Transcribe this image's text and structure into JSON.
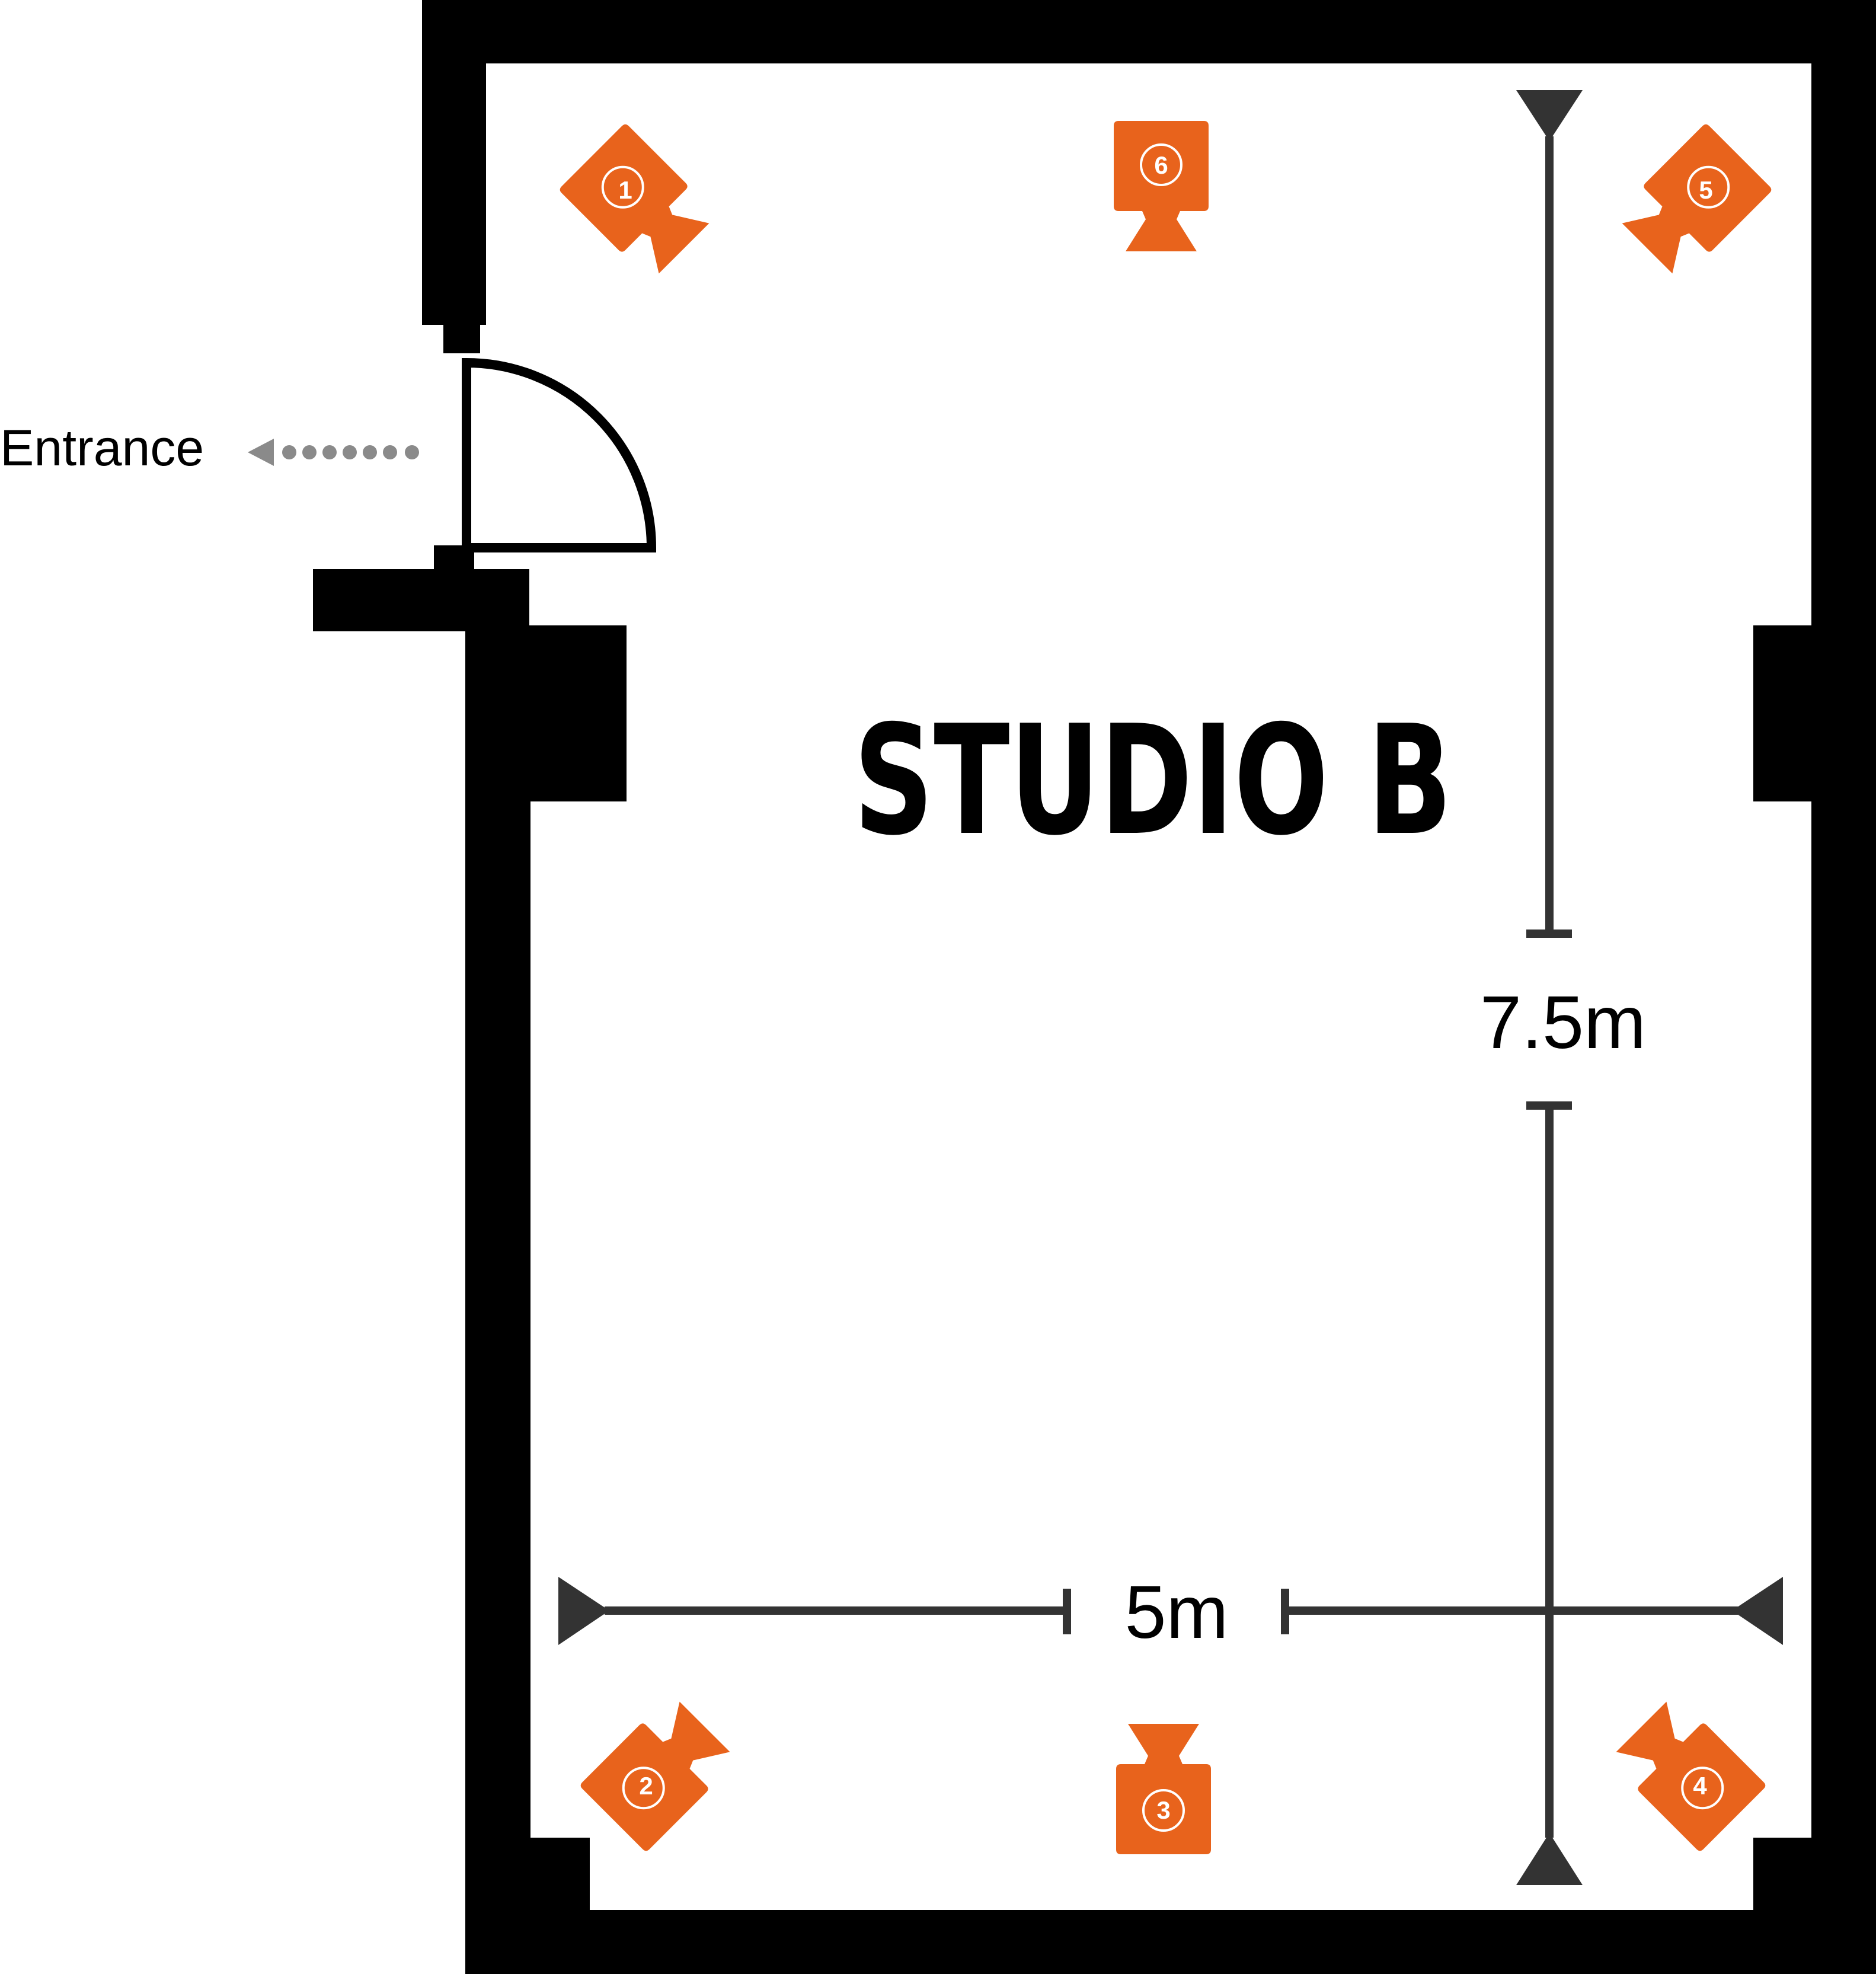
{
  "room_name": "STUDIO B",
  "entrance_label": "Entrance",
  "dimensions": {
    "length": "7.5m",
    "width": "5m"
  },
  "colors": {
    "wall": "#000000",
    "dimension_line": "#333333",
    "camera": "#E8631C",
    "arrow": "#8a8a8a",
    "background": "#ffffff"
  },
  "cameras": [
    {
      "number": "1",
      "label": "①",
      "facing": "down-right"
    },
    {
      "number": "2",
      "label": "②",
      "facing": "up-right"
    },
    {
      "number": "3",
      "label": "③",
      "facing": "up"
    },
    {
      "number": "4",
      "label": "④",
      "facing": "up-left"
    },
    {
      "number": "5",
      "label": "⑤",
      "facing": "down-left"
    },
    {
      "number": "6",
      "label": "⑥",
      "facing": "down"
    }
  ]
}
